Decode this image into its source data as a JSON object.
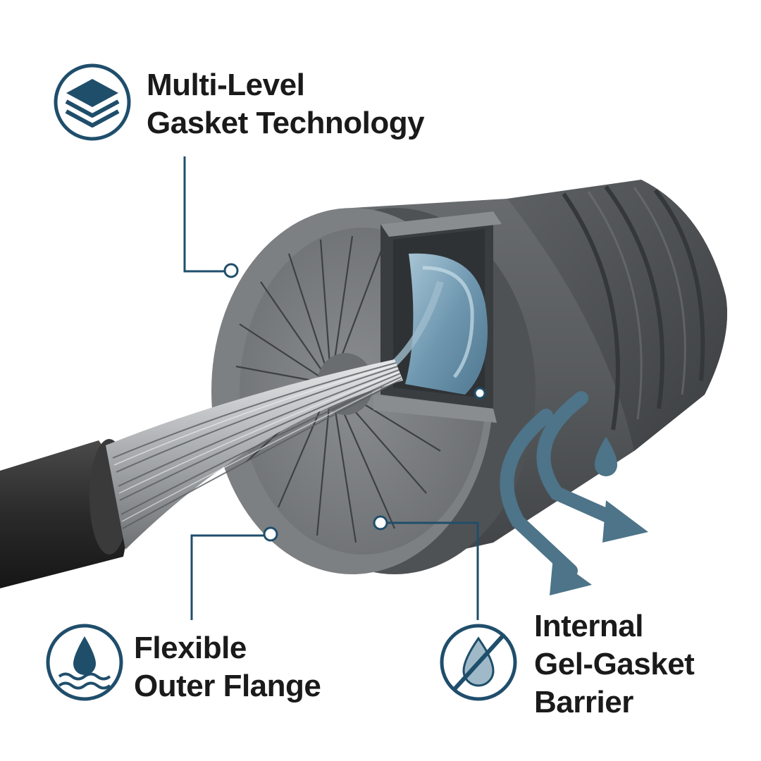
{
  "callouts": {
    "multi_level": {
      "icon": "stacked-layers-icon",
      "line1": "Multi-Level",
      "line2": "Gasket Technology"
    },
    "outer_flange": {
      "icon": "water-drop-waves-icon",
      "line1": "Flexible",
      "line2": "Outer Flange"
    },
    "gel_gasket": {
      "icon": "no-water-drop-icon",
      "line1": "Internal",
      "line2": "Gel-Gasket",
      "line3": "Barrier"
    }
  },
  "colors": {
    "accent": "#1f4e6b",
    "connector_body": "#585b5e",
    "flange": "#7d8083",
    "gel": "#7fa6bd",
    "cable_jacket": "#2a2a2a",
    "text": "#1a1a1a"
  }
}
